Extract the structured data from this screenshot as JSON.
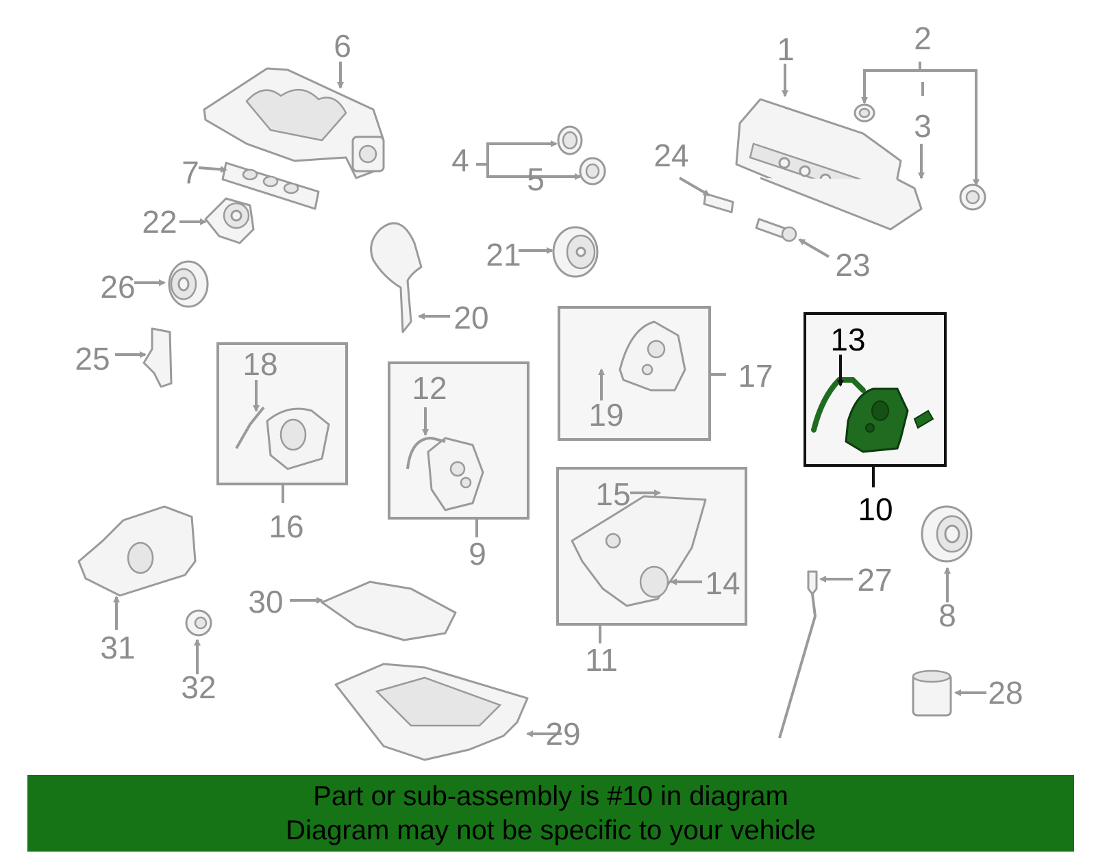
{
  "diagram": {
    "highlighted_part": "10",
    "highlight_color": "#1f6b1f",
    "labels": {
      "p1": "1",
      "p2": "2",
      "p3": "3",
      "p4": "4",
      "p5": "5",
      "p6": "6",
      "p7": "7",
      "p8": "8",
      "p9": "9",
      "p10": "10",
      "p11": "11",
      "p12": "12",
      "p13": "13",
      "p14": "14",
      "p15": "15",
      "p16": "16",
      "p17": "17",
      "p18": "18",
      "p19": "19",
      "p20": "20",
      "p21": "21",
      "p22": "22",
      "p23": "23",
      "p24": "24",
      "p25": "25",
      "p26": "26",
      "p27": "27",
      "p28": "28",
      "p29": "29",
      "p30": "30",
      "p31": "31",
      "p32": "32"
    }
  },
  "banner": {
    "line1": "Part or sub-assembly is #10 in diagram",
    "line2": "Diagram may not be specific to your vehicle",
    "color": "#167316"
  }
}
